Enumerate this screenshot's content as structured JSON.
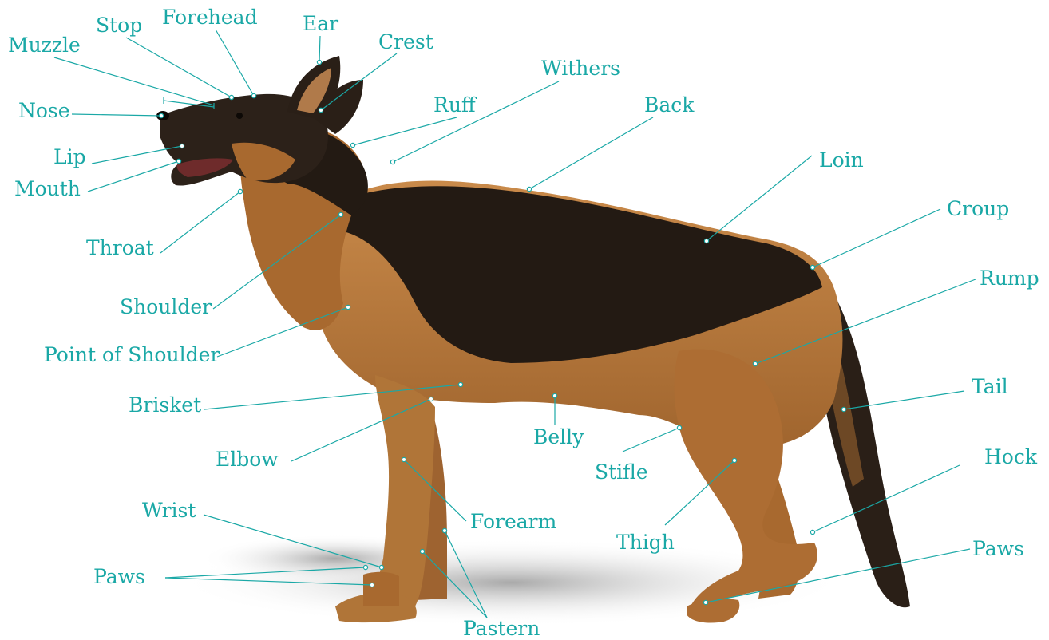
{
  "labels": {
    "stop": "Stop",
    "forehead": "Forehead",
    "ear": "Ear",
    "crest": "Crest",
    "muzzle": "Muzzle",
    "withers": "Withers",
    "ruff": "Ruff",
    "back": "Back",
    "nose": "Nose",
    "lip": "Lip",
    "mouth": "Mouth",
    "loin": "Loin",
    "croup": "Croup",
    "throat": "Throat",
    "rump": "Rump",
    "shoulder": "Shoulder",
    "point_of_shoulder": "Point of Shoulder",
    "tail": "Tail",
    "brisket": "Brisket",
    "belly": "Belly",
    "elbow": "Elbow",
    "stifle": "Stifle",
    "hock": "Hock",
    "forearm": "Forearm",
    "wrist": "Wrist",
    "thigh": "Thigh",
    "paws_front": "Paws",
    "paws_rear": "Paws",
    "pastern": "Pastern"
  },
  "colors": {
    "accent": "#1aa8a6",
    "coat_black": "#221a14",
    "coat_tan": "#b87a3c",
    "shadow": "#c8c8c8"
  },
  "illustration": "german-shepherd-side-view"
}
